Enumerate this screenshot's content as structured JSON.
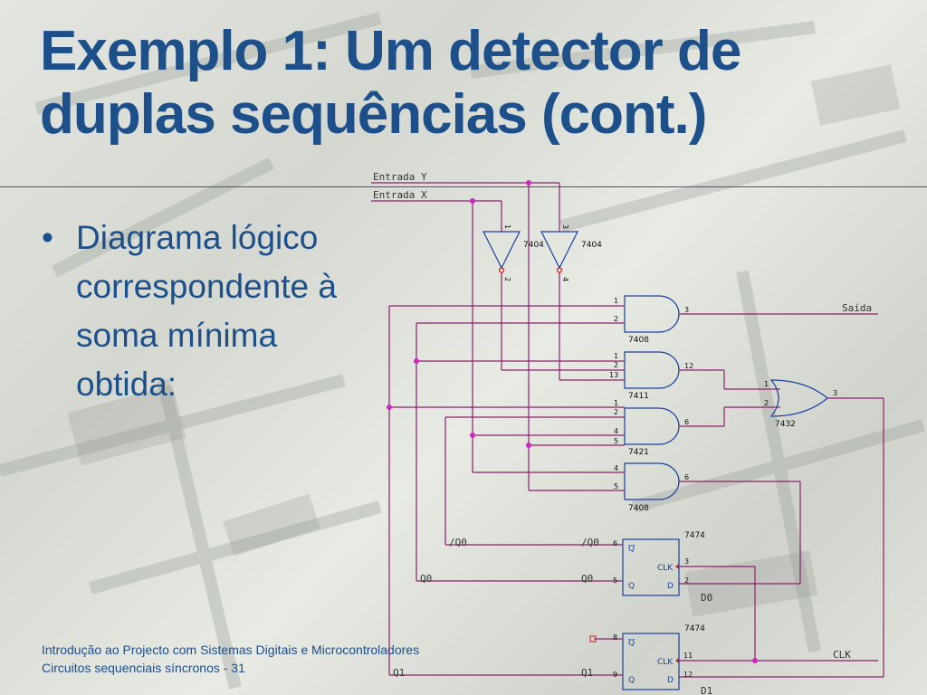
{
  "slide": {
    "title": "Exemplo 1: Um detector de duplas sequências (cont.)",
    "bullet": "Diagrama lógico correspondente à soma mínima obtida:",
    "footer_line1": "Introdução ao Projecto com Sistemas Digitais e Microcontroladores",
    "footer_line2": "Circuitos sequenciais síncronos - 31"
  },
  "schematic": {
    "net_labels": {
      "entrada_y": "Entrada Y",
      "entrada_x": "Entrada X",
      "saida": "Saída",
      "clk": "CLK",
      "q0_bar_left": "/Q0",
      "q0_bar_right": "/Q0",
      "q0_left": "Q0",
      "q0_right": "Q0",
      "q1_left": "Q1",
      "q1_right": "Q1",
      "d0": "D0",
      "d1": "D1"
    },
    "parts": {
      "inv1": "7404",
      "inv2": "7404",
      "and1": "7408",
      "and3": "7411",
      "and4": "7421",
      "and2": "7408",
      "or2": "7432",
      "ff0": "7474",
      "ff1": "7474"
    },
    "pins": {
      "inv1_in": "1",
      "inv1_out": "2",
      "inv2_in": "3",
      "inv2_out": "4",
      "g1_a": "1",
      "g1_b": "2",
      "g1_y": "3",
      "g2_a": "1",
      "g2_b": "2",
      "g2_c": "13",
      "g2_y": "12",
      "g3_a": "1",
      "g3_b": "2",
      "g3_c": "4",
      "g3_d": "5",
      "g3_y": "6",
      "g4_a": "4",
      "g4_b": "5",
      "g4_y": "6",
      "or_a": "1",
      "or_b": "2",
      "or_y": "3",
      "ff0_qb": "6",
      "ff0_clk": "3",
      "ff0_q": "5",
      "ff0_d": "2",
      "ff1_qb": "8",
      "ff1_clk": "11",
      "ff1_q": "9",
      "ff1_d": "12"
    },
    "ff_labels": {
      "qbar": "Q",
      "clk": "CLK",
      "q": "Q",
      "d": "D"
    }
  }
}
